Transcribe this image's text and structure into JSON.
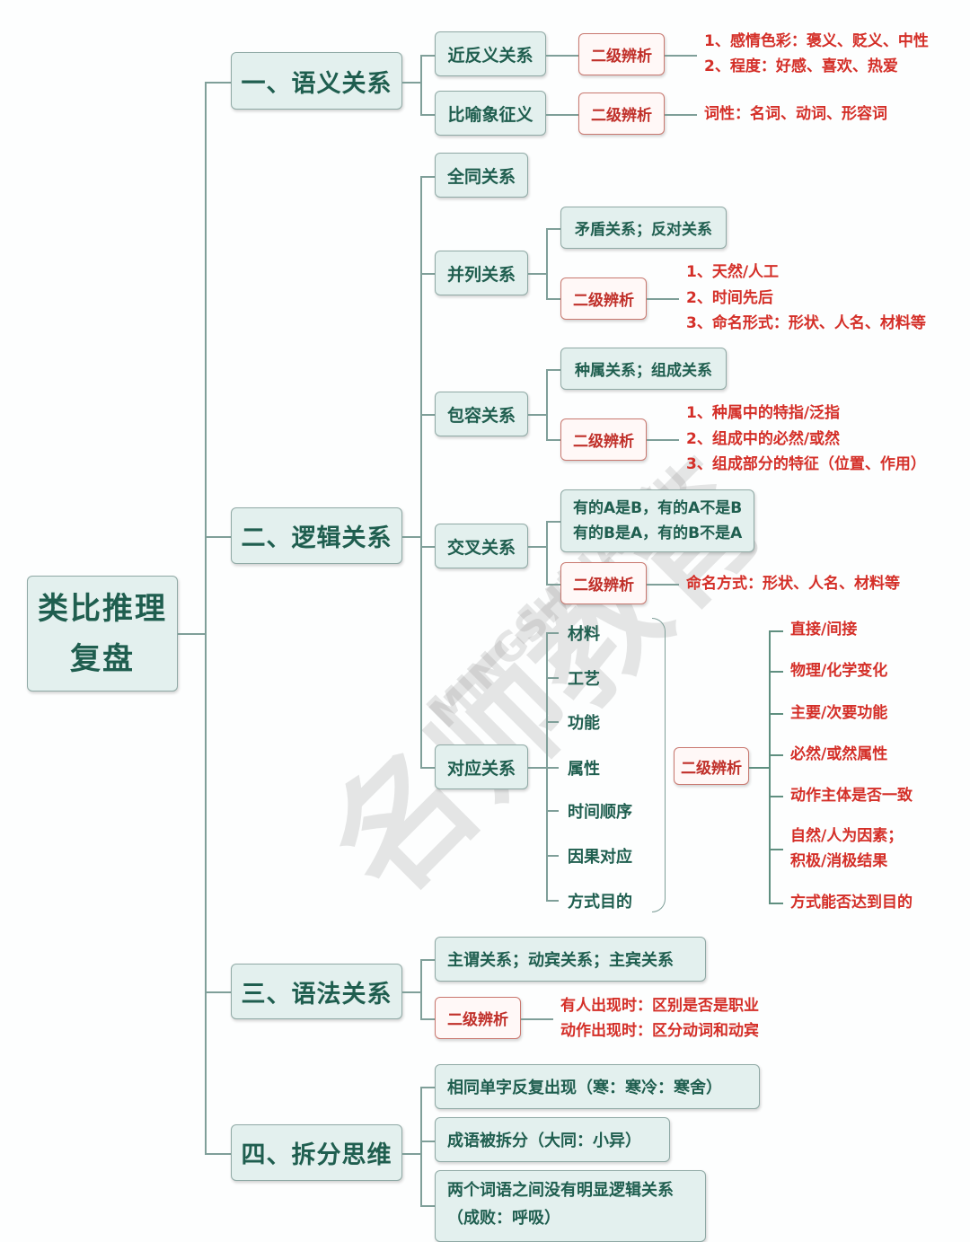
{
  "root": {
    "line1": "类比推理",
    "line2": "复盘"
  },
  "branches": {
    "semantic": {
      "label": "一、语义关系",
      "children": [
        {
          "label": "近反义关系",
          "sub_label": "二级辨析",
          "notes": [
            "1、感情色彩：褒义、贬义、中性",
            "2、程度：好感、喜欢、热爱"
          ]
        },
        {
          "label": "比喻象征义",
          "sub_label": "二级辨析",
          "notes": [
            "词性：名词、动词、形容词"
          ]
        }
      ]
    },
    "logic": {
      "label": "二、逻辑关系",
      "children": [
        {
          "label": "全同关系"
        },
        {
          "label": "并列关系",
          "detail": "矛盾关系；反对关系",
          "sub_label": "二级辨析",
          "notes": [
            "1、天然/人工",
            "2、时间先后",
            "3、命名形式：形状、人名、材料等"
          ]
        },
        {
          "label": "包容关系",
          "detail": "种属关系；组成关系",
          "sub_label": "二级辨析",
          "notes": [
            "1、种属中的特指/泛指",
            "2、组成中的必然/或然",
            "3、组成部分的特征（位置、作用）"
          ]
        },
        {
          "label": "交叉关系",
          "detail_lines": [
            "有的A是B，有的A不是B",
            "有的B是A，有的B不是A"
          ],
          "sub_label": "二级辨析",
          "notes": [
            "命名方式：形状、人名、材料等"
          ]
        },
        {
          "label": "对应关系",
          "items": [
            "材料",
            "工艺",
            "功能",
            "属性",
            "时间顺序",
            "因果对应",
            "方式目的"
          ],
          "sub_label": "二级辨析",
          "notes": [
            "直接/间接",
            "物理/化学变化",
            "主要/次要功能",
            "必然/或然属性",
            "动作主体是否一致",
            "自然/人为因素；",
            "积极/消极结果",
            "方式能否达到目的"
          ]
        }
      ]
    },
    "grammar": {
      "label": "三、语法关系",
      "detail": "主谓关系；动宾关系；主宾关系",
      "sub_label": "二级辨析",
      "notes": [
        "有人出现时：区别是否是职业",
        "动作出现时：区分动词和动宾"
      ]
    },
    "split": {
      "label": "四、拆分思维",
      "children": [
        "相同单字反复出现（寒：寒冷：寒舍）",
        "成语被拆分（大同：小异）",
        "两个词语之间没有明显逻辑关系",
        "（成败：呼吸）"
      ]
    }
  },
  "watermark": {
    "text": "名师教育",
    "latin": "MINGSHIJIAOYU"
  },
  "colors": {
    "node_fill": "#e3f0ee",
    "node_text": "#1f5e4f",
    "accent_red": "#d42f28",
    "line": "#7f9f99"
  }
}
